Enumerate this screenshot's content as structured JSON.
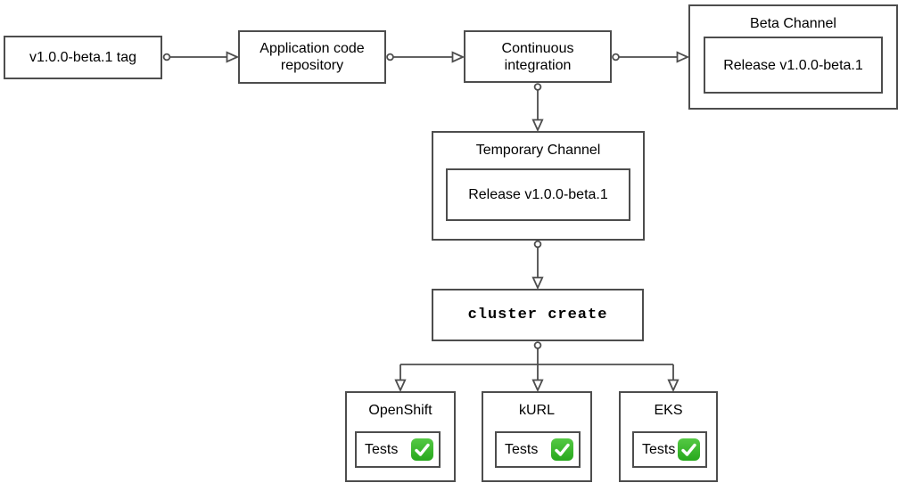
{
  "diagram": {
    "tag": {
      "label": "v1.0.0-beta.1 tag"
    },
    "repo": {
      "label": "Application code repository"
    },
    "ci": {
      "label": "Continuous integration"
    },
    "beta": {
      "title": "Beta Channel",
      "release_label": "Release v1.0.0-beta.1"
    },
    "temp": {
      "title": "Temporary Channel",
      "release_label": "Release v1.0.0-beta.1"
    },
    "cluster": {
      "label": "cluster create"
    },
    "platforms": [
      {
        "title": "OpenShift",
        "tests_label": "Tests",
        "status_icon": "check-passed"
      },
      {
        "title": "kURL",
        "tests_label": "Tests",
        "status_icon": "check-passed"
      },
      {
        "title": "EKS",
        "tests_label": "Tests",
        "status_icon": "check-passed"
      }
    ],
    "colors": {
      "stroke": "#4d4d4d",
      "text": "#000000",
      "background": "#ffffff",
      "check_green_top": "#55c944",
      "check_green_bottom": "#27a81d",
      "check_gradient": "linear-gradient(180deg, #55c944, #27a81d)",
      "check_mark": "#ffffff"
    }
  }
}
